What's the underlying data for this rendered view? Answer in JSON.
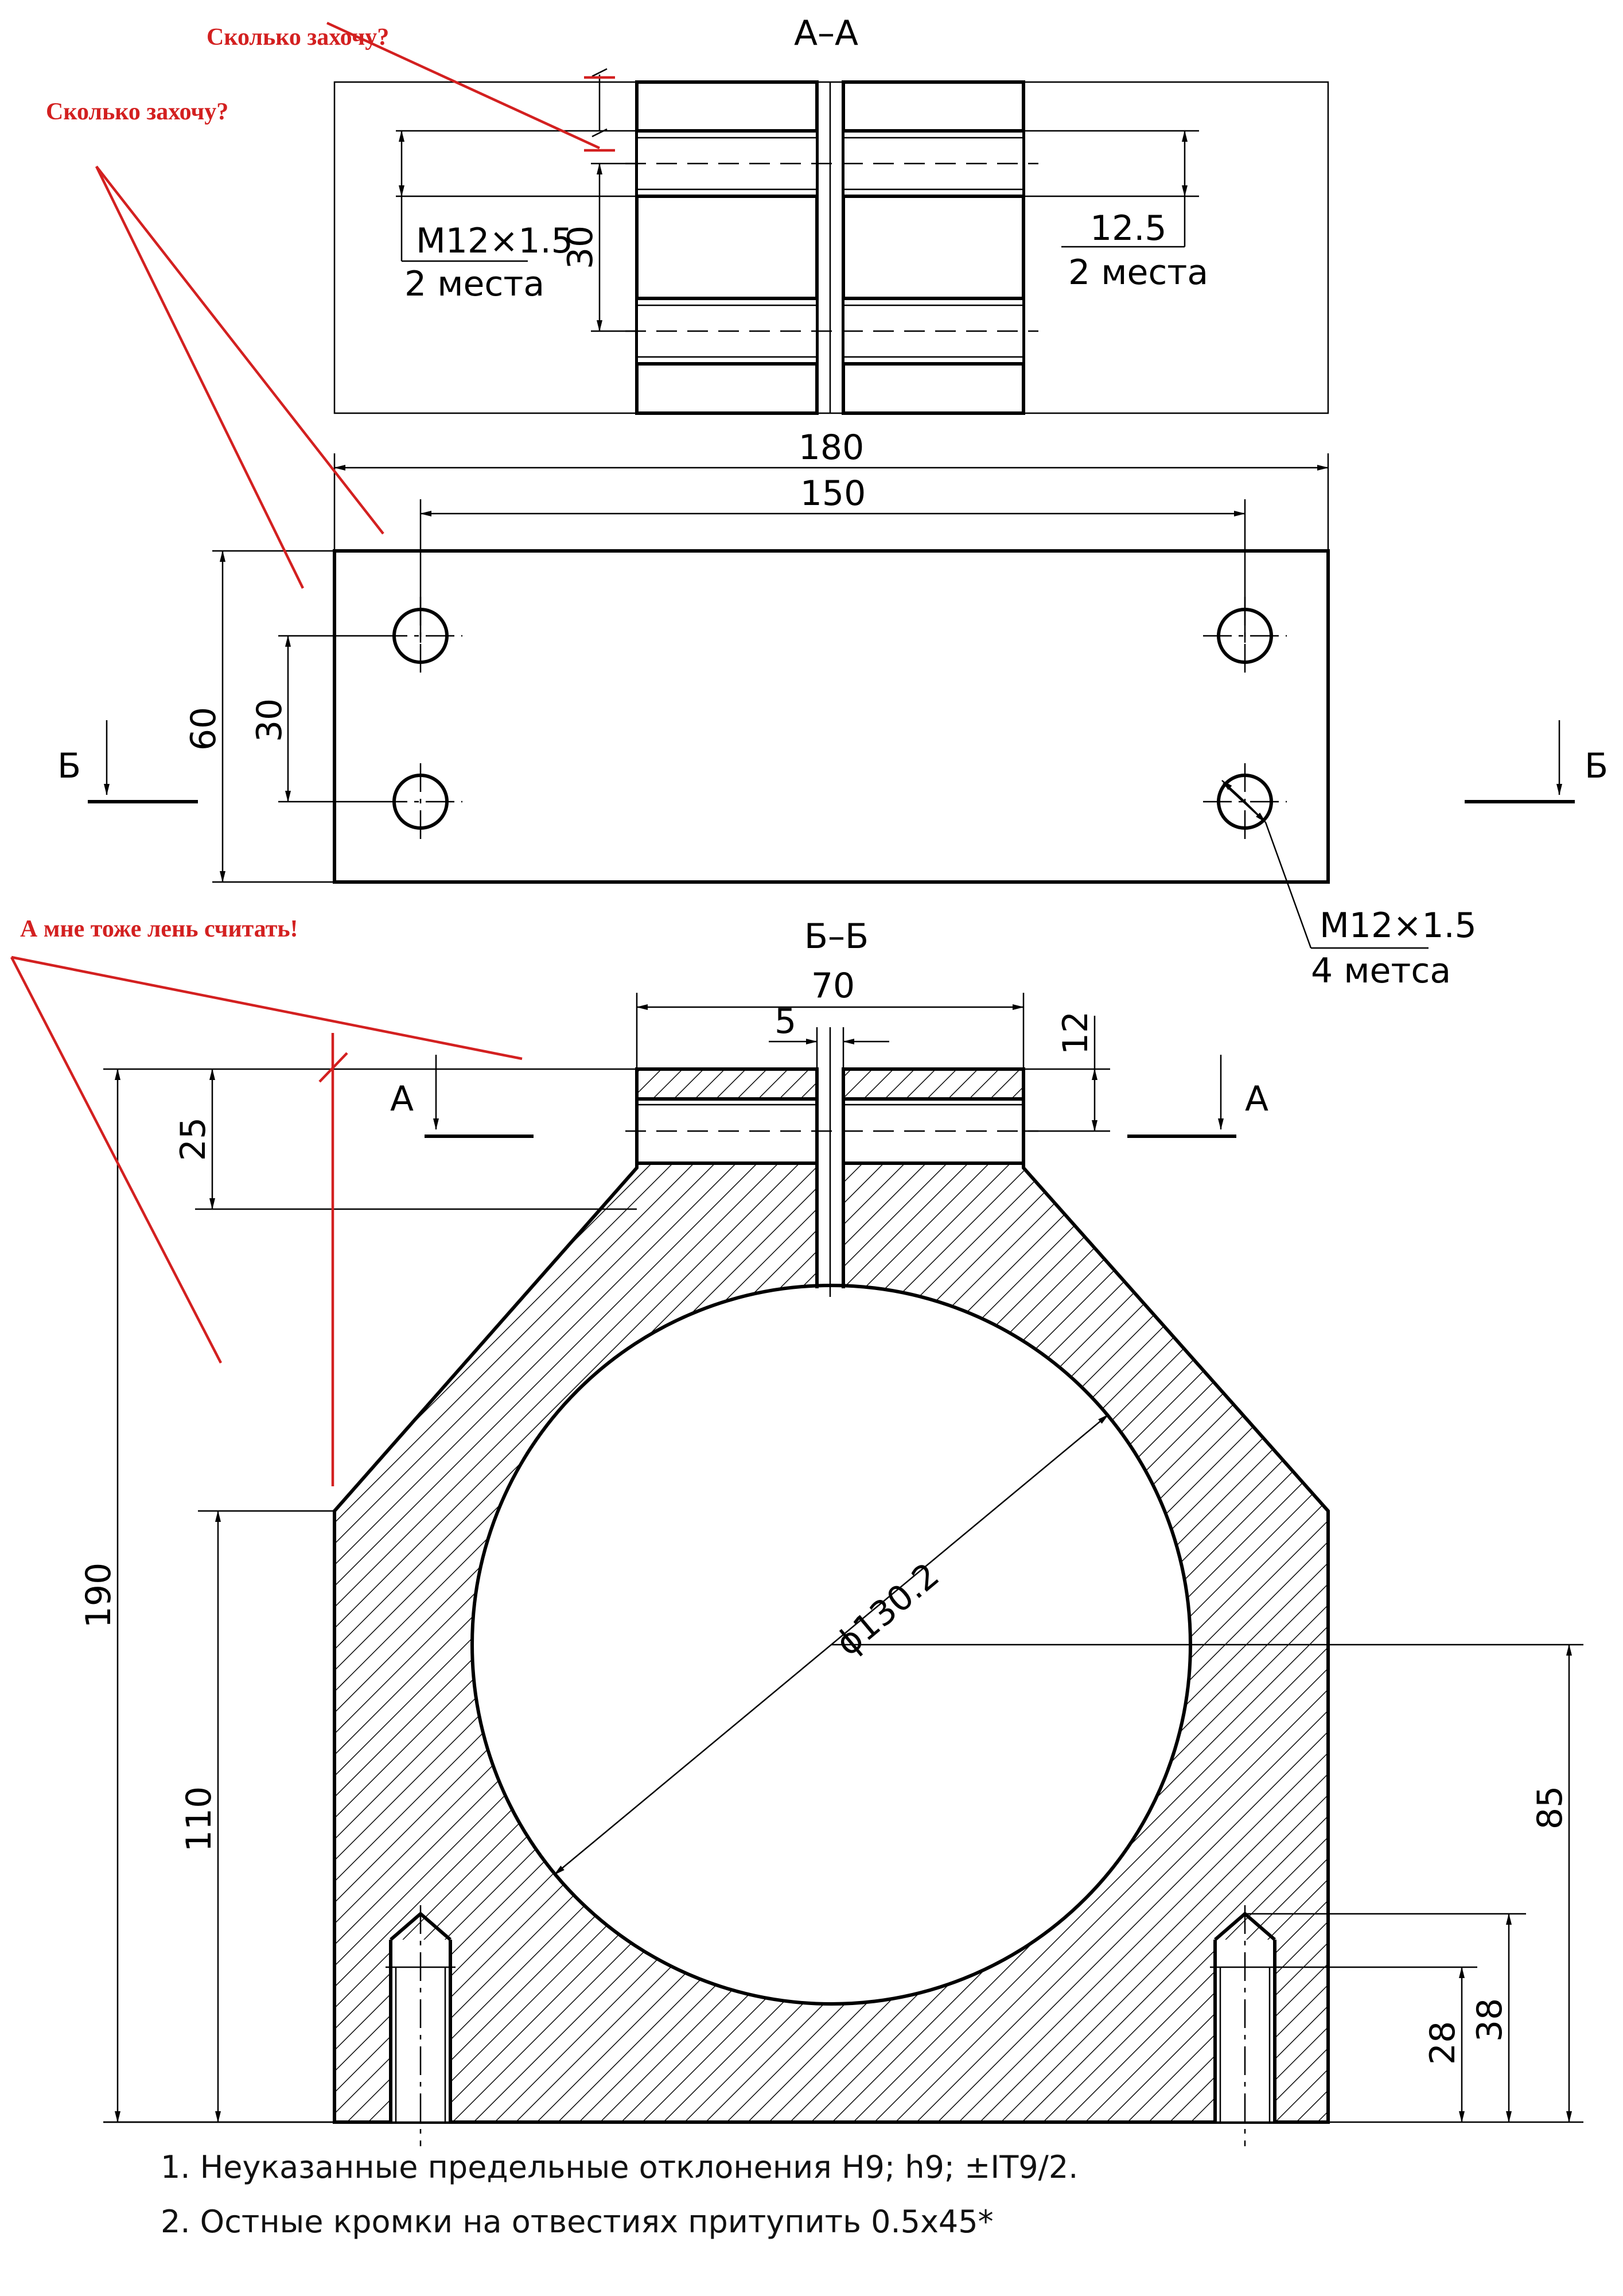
{
  "colors": {
    "line": "#000000",
    "annotation": "#d32020",
    "background": "#ffffff"
  },
  "views": {
    "section_aa": {
      "label": "А–А"
    },
    "section_bb": {
      "label": "Б–Б"
    }
  },
  "cut_marks": {
    "a": "А",
    "b": "Б"
  },
  "dimensions": {
    "d180": "180",
    "d150": "150",
    "d60": "60",
    "d30_plan": "30",
    "d30_aa": "30",
    "d70": "70",
    "d5": "5",
    "d12": "12",
    "d25": "25",
    "d190": "190",
    "d110": "110",
    "d85": "85",
    "d28": "28",
    "d38": "38",
    "bore": "ϕ130.2"
  },
  "callouts": {
    "thread_aa": {
      "line1": "M12×1.5",
      "line2": "2 места"
    },
    "depth_aa": {
      "line1": "12.5",
      "line2": "2 места"
    },
    "thread_plan": {
      "line1": "M12×1.5",
      "line2": "4 метса"
    }
  },
  "notes": [
    "1. Неуказанные предельные отклонения  H9; h9; ±IT9/2.",
    "2. Остные кромки на отвестиях притупить 0.5х45*"
  ],
  "annotations": {
    "q1": "Сколько захочу?",
    "q2": "Сколько захочу?",
    "q3": "А мне тоже лень считать!"
  }
}
